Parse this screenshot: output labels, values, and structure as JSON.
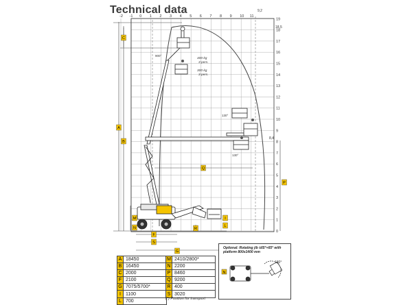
{
  "title": "Technical data",
  "axis": {
    "top_ticks": [
      "-2",
      "-1",
      "0",
      "1",
      "2",
      "3",
      "4",
      "5",
      "6",
      "7",
      "8",
      "9",
      "10",
      "11"
    ],
    "top_special": "9,2",
    "right_ticks": [
      "0",
      "1",
      "2",
      "3",
      "4",
      "5",
      "6",
      "7",
      "8",
      "9",
      "10",
      "11",
      "12",
      "13",
      "14",
      "15",
      "16",
      "17",
      "18",
      "19"
    ],
    "right_special_top": "18,5",
    "right_special_mid": "8,4"
  },
  "annotations": {
    "load_400": "400 kg",
    "pers_3a": "3 pers.",
    "load_300": "300 kg",
    "pers_3b": "3 pers.",
    "angle_top": "900°",
    "angle_mid": "130°",
    "angle_low": "130°"
  },
  "dimension_labels": {
    "A": "A",
    "B": "B",
    "C": "C",
    "F": "F",
    "G": "G",
    "I": "I",
    "M": "M",
    "N": "N",
    "P": "P",
    "Q": "Q",
    "R": "R",
    "S": "S"
  },
  "specs_left": [
    {
      "key": "A",
      "value": "18450"
    },
    {
      "key": "B",
      "value": "16450"
    },
    {
      "key": "C",
      "value": "2000"
    },
    {
      "key": "F",
      "value": "2100"
    },
    {
      "key": "G",
      "value": "7075/5700*"
    },
    {
      "key": "I",
      "value": "1100"
    },
    {
      "key": "L",
      "value": "700"
    }
  ],
  "specs_right": [
    {
      "key": "M",
      "value": "2410/2800*"
    },
    {
      "key": "N",
      "value": "2200"
    },
    {
      "key": "P",
      "value": "8460"
    },
    {
      "key": "Q",
      "value": "9200"
    },
    {
      "key": "R",
      "value": "400"
    },
    {
      "key": "S",
      "value": "3020"
    }
  ],
  "footnote": "(*) Position for transport",
  "optional": {
    "label": "Optional: Rotating jib ±65°+65° with platform 800x1400 mm",
    "angle": "130°",
    "dim": "N"
  },
  "colors": {
    "accent": "#f5c400",
    "grid": "#8a8a8a",
    "line": "#333333"
  }
}
